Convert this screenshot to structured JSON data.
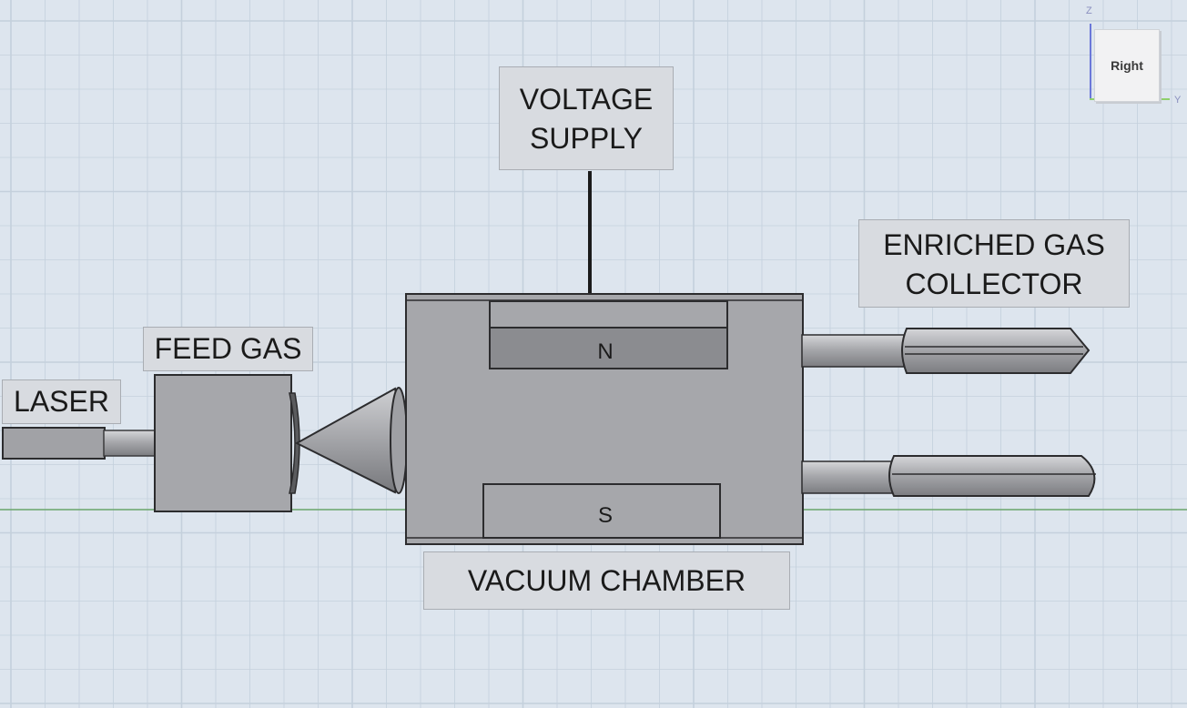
{
  "view": {
    "face_label": "Right",
    "axis_z": "Z",
    "axis_y": "Y"
  },
  "labels": {
    "voltage_supply": [
      "VOLTAGE",
      "SUPPLY"
    ],
    "enriched_gas_collector": [
      "ENRICHED GAS",
      "COLLECTOR"
    ],
    "feed_gas": "FEED GAS",
    "laser": "LASER",
    "vacuum_chamber": "VACUUM CHAMBER",
    "magnet_north": "N",
    "magnet_south": "S"
  },
  "colors": {
    "background": "#dde5ee",
    "grid_line": "#c4d0dc",
    "ground_line": "#6aa56a",
    "body": "#a6a7ab",
    "body_dark": "#8b8c90",
    "outline": "#2c2c2e"
  }
}
